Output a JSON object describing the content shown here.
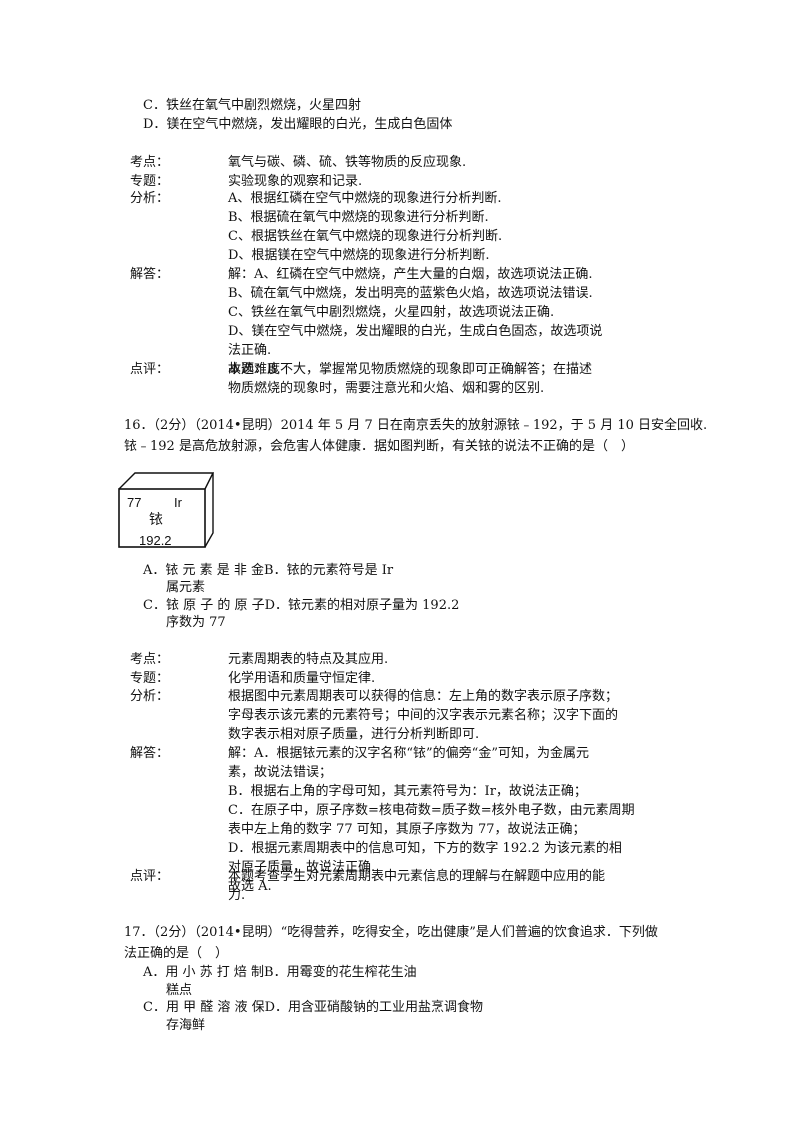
{
  "q15": {
    "options": [
      {
        "label": "C．铁丝在氧气中剧烈燃烧，火星四射"
      },
      {
        "label": "D．镁在空气中燃烧，发出耀眼的白光，生成白色固体"
      }
    ],
    "analysis": {
      "kaodian_label": "考点：",
      "kaodian": [
        "氧气与碳、磷、硫、铁等物质的反应现象."
      ],
      "zhuanti_label": "专题：",
      "zhuanti": [
        "实验现象的观察和记录."
      ],
      "fenxi_label": "分析：",
      "fenxi": [
        "A、根据红磷在空气中燃烧的现象进行分析判断.",
        "B、根据硫在氧气中燃烧的现象进行分析判断.",
        "C、根据铁丝在氧气中燃烧的现象进行分析判断.",
        "D、根据镁在空气中燃烧的现象进行分析判断."
      ],
      "jieda_label": "解答：",
      "jieda": [
        "解：A、红磷在空气中燃烧，产生大量的白烟，故选项说法正确.",
        "B、硫在氧气中燃烧，发出明亮的蓝紫色火焰，故选项说法错误.",
        "C、铁丝在氧气中剧烈燃烧，火星四射，故选项说法正确.",
        "D、镁在空气中燃烧，发出耀眼的白光，生成白色固态，故选项说",
        "法正确.",
        "故选：B."
      ],
      "dianping_label": "点评：",
      "dianping": [
        "本题难度不大，掌握常见物质燃烧的现象即可正确解答；在描述",
        "物质燃烧的现象时，需要注意光和火焰、烟和雾的区别."
      ]
    }
  },
  "q16": {
    "stem": [
      "16．（2分）（2014•昆明）2014 年 5 月 7 日在南京丢失的放射源铱﹣192，于 5 月 10 日安全回收.",
      "铱﹣192 是高危放射源，会危害人体健康．据如图判断，有关铱的说法不正确的是（　）"
    ],
    "element": {
      "number": "77",
      "symbol": "Ir",
      "name": "铱",
      "mass": "192.2"
    },
    "options": [
      {
        "line1": "A．铱 元 素 是 非 金B．铱的元素符号是 Ir",
        "line2": "属元素"
      },
      {
        "line1": "C．铱 原 子 的 原 子D．铱元素的相对原子量为 192.2",
        "line2": "序数为 77"
      }
    ],
    "analysis": {
      "kaodian_label": "考点：",
      "kaodian": [
        "元素周期表的特点及其应用."
      ],
      "zhuanti_label": "专题：",
      "zhuanti": [
        "化学用语和质量守恒定律."
      ],
      "fenxi_label": "分析：",
      "fenxi": [
        "根据图中元素周期表可以获得的信息：左上角的数字表示原子序数；",
        "字母表示该元素的元素符号；中间的汉字表示元素名称；汉字下面的",
        "数字表示相对原子质量，进行分析判断即可."
      ],
      "jieda_label": "解答：",
      "jieda": [
        "解：A．根据铱元素的汉字名称“铱”的偏旁“金”可知，为金属元",
        "素，故说法错误；",
        "B．根据右上角的字母可知，其元素符号为：Ir，故说法正确；",
        "C．在原子中，原子序数=核电荷数=质子数=核外电子数，由元素周期",
        "表中左上角的数字 77 可知，其原子序数为 77，故说法正确；",
        "D．根据元素周期表中的信息可知，下方的数字 192.2 为该元素的相",
        "对原子质量，故说法正确.",
        "故选 A."
      ],
      "dianping_label": "点评：",
      "dianping": [
        "本题考查学生对元素周期表中元素信息的理解与在解题中应用的能",
        "力."
      ]
    }
  },
  "q17": {
    "stem": [
      "17．（2分）（2014•昆明）“吃得营养，吃得安全，吃出健康”是人们普遍的饮食追求．下列做",
      "法正确的是（　）"
    ],
    "options": [
      {
        "line1": "A．用 小 苏 打 焙 制B．用霉变的花生榨花生油",
        "line2": "糕点"
      },
      {
        "line1": "C．用 甲 醛 溶 液 保D．用含亚硝酸钠的工业用盐烹调食物",
        "line2": "存海鲜"
      }
    ]
  }
}
